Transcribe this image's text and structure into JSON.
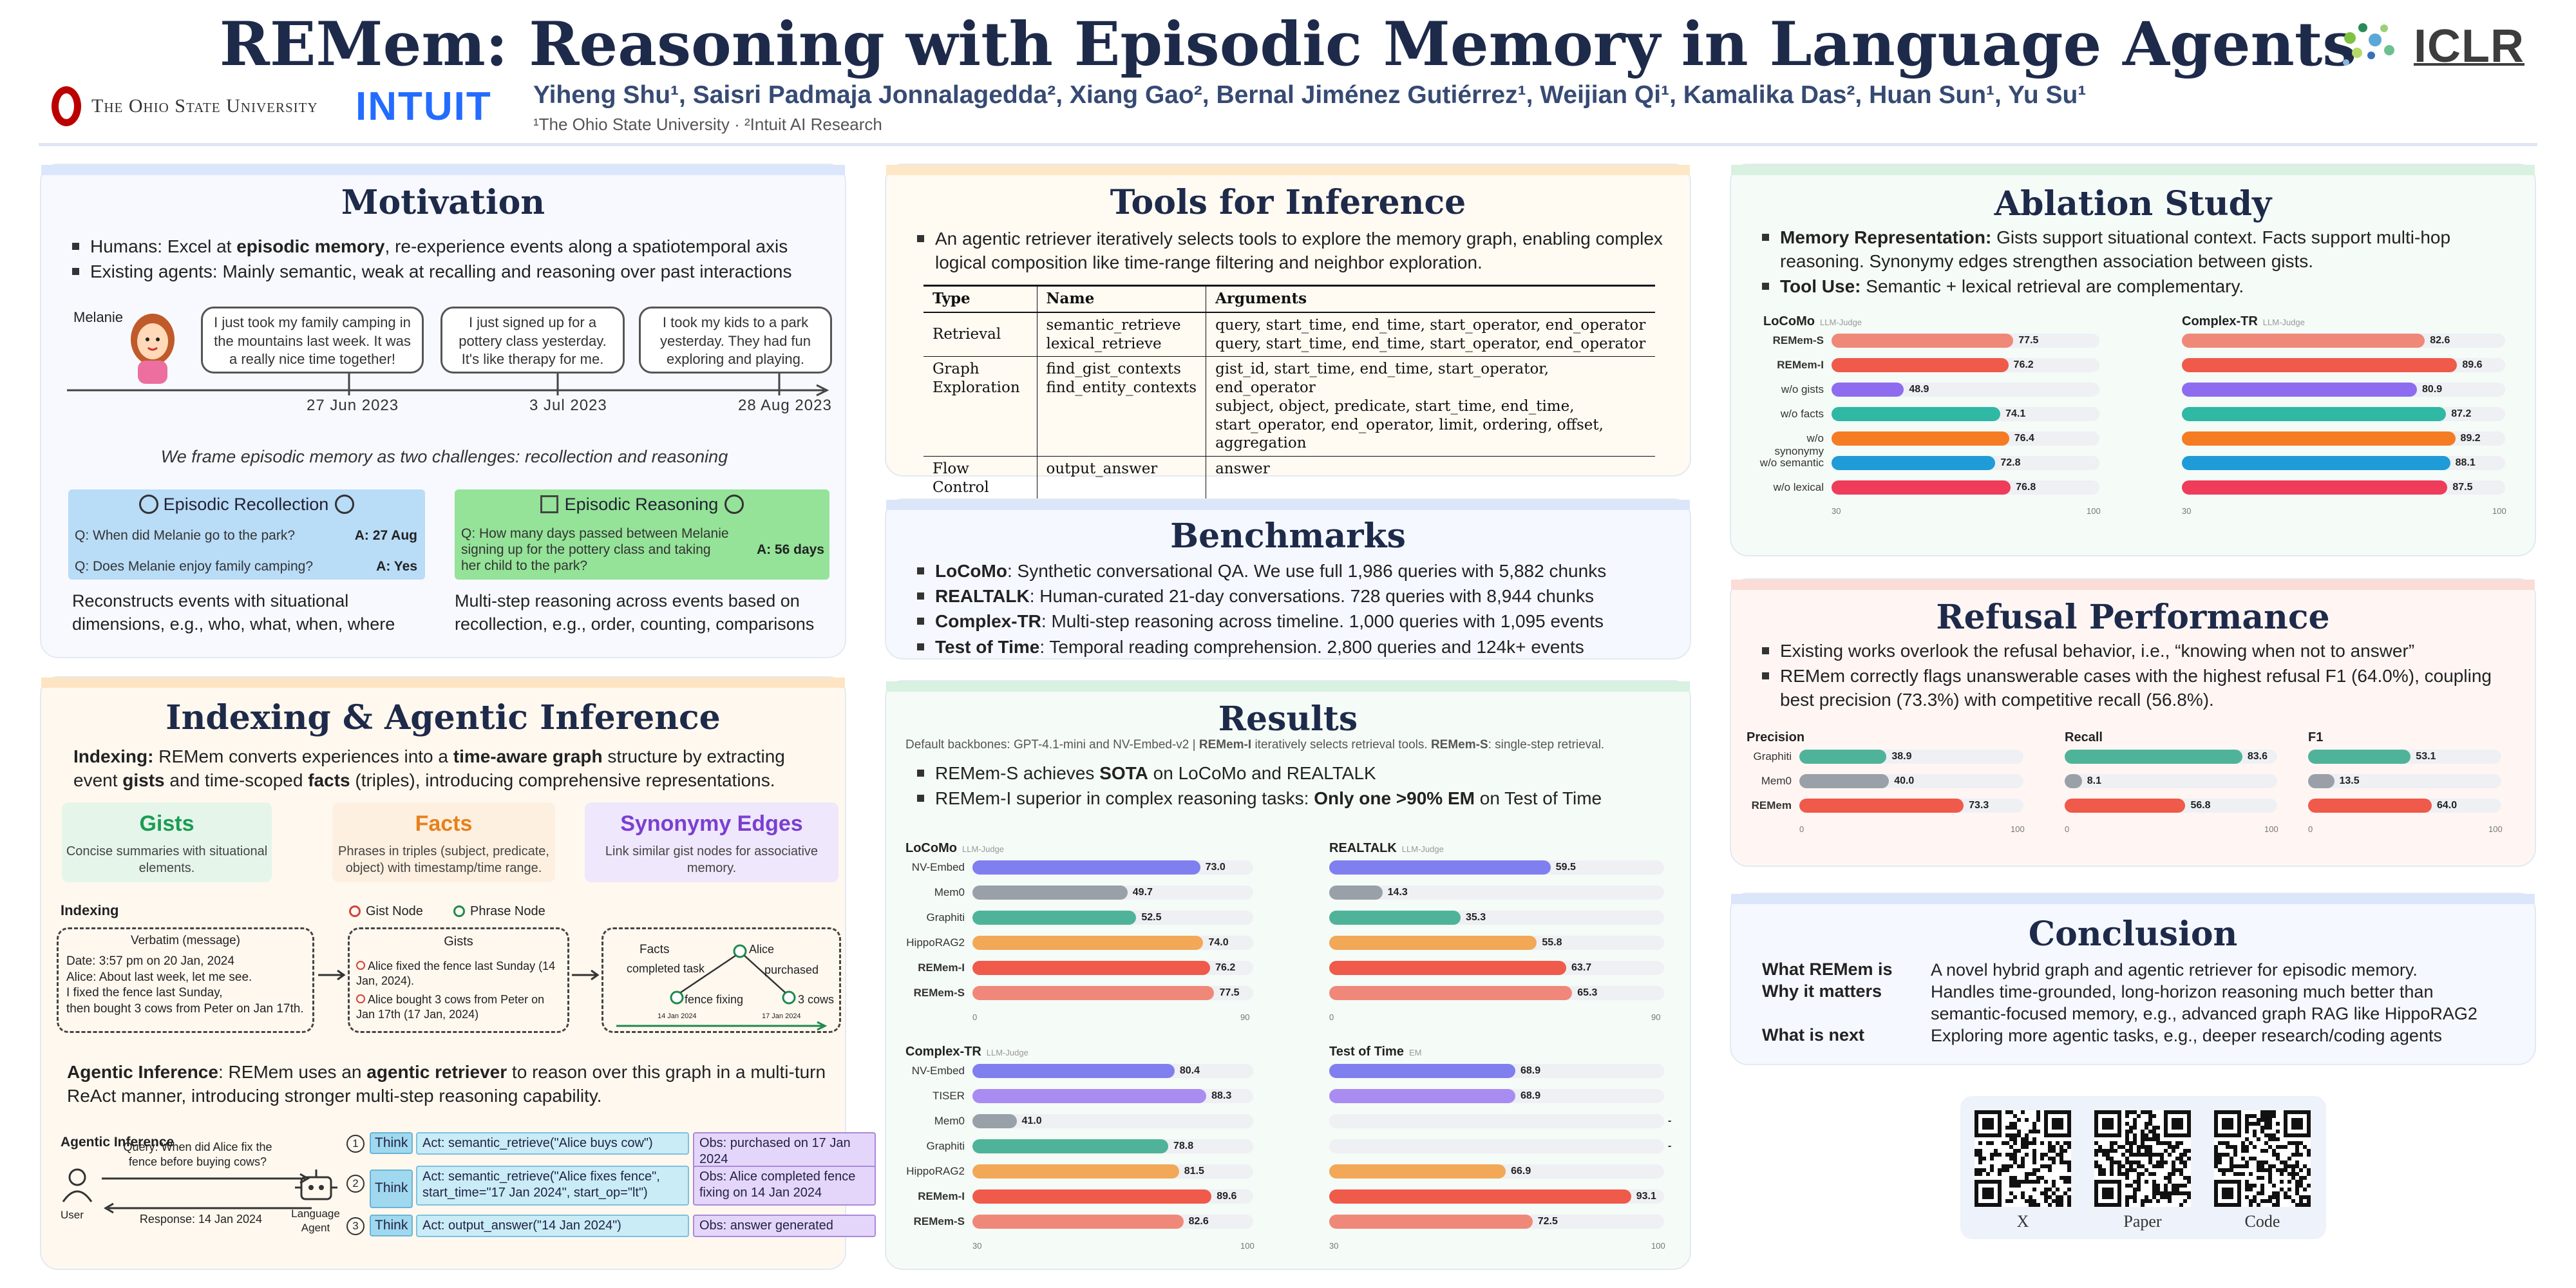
{
  "header": {
    "title": "REMem: Reasoning with Episodic Memory in Language Agents",
    "osu_name": "The Ohio State University",
    "intuit_name": "INTUIT",
    "authors": "Yiheng Shu¹, Saisri Padmaja Jonnalagedda², Xiang Gao², Bernal Jiménez Gutiérrez¹, Weijian Qi¹, Kamalika Das², Huan Sun¹, Yu Su¹",
    "affiliations": "¹The Ohio State University   ·   ²Intuit AI Research",
    "iclr": "ICLR"
  },
  "motivation": {
    "title": "Motivation",
    "bullets": [
      {
        "pre": "Humans: Excel at ",
        "bold": "episodic memory",
        "post": ", re-experience events along a spatiotemporal axis"
      },
      {
        "pre": "Existing agents: Mainly semantic, weak at recalling and reasoning over past interactions",
        "bold": "",
        "post": ""
      }
    ],
    "character": "Melanie",
    "bubbles": [
      "I just took my family camping in the mountains last week. It was a really nice time together!",
      "I just signed up for a pottery class yesterday. It's like therapy for me.",
      "I took my kids to a park yesterday. They had fun exploring and playing."
    ],
    "dates": [
      "27 Jun 2023",
      "3 Jul 2023",
      "28 Aug 2023"
    ],
    "frame": "We frame episodic memory as two challenges: recollection and reasoning",
    "recollection": {
      "title": "Episodic Recollection",
      "q1": "Q: When did Melanie go to the park?",
      "a1": "A: 27 Aug",
      "q2": "Q: Does Melanie enjoy family camping?",
      "a2": "A: Yes",
      "desc": "Reconstructs events with situational dimensions, e.g., who, what, when, where"
    },
    "reasoning": {
      "title": "Episodic Reasoning",
      "q1": "Q: How many days passed between Melanie signing up for the pottery class and taking her child to the park?",
      "a1": "A: 56 days",
      "desc": "Multi-step reasoning across events based on recollection, e.g., order, counting, comparisons"
    }
  },
  "indexing": {
    "title": "Indexing & Agentic Inference",
    "intro_lead": "Indexing:",
    "intro_1": " REMem converts experiences into a ",
    "intro_b1": "time-aware graph",
    "intro_2": " structure by extracting event ",
    "intro_b2": "gists",
    "intro_3": " and time-scoped ",
    "intro_b3": "facts",
    "intro_4": " (triples), introducing comprehensive representations.",
    "chips": [
      {
        "name": "Gists",
        "desc": "Concise summaries with situational elements.",
        "color": "#1a9c52",
        "bg": "#e5f5ea"
      },
      {
        "name": "Facts",
        "desc": "Phrases in triples (subject, predicate, object) with timestamp/time range.",
        "color": "#e8801c",
        "bg": "#fdf0e0"
      },
      {
        "name": "Synonymy Edges",
        "desc": "Link similar gist nodes for associative memory.",
        "color": "#7a3fd1",
        "bg": "#efe7fb"
      }
    ],
    "diag_title": "Indexing",
    "legend_gist": "Gist Node",
    "legend_phrase": "Phrase Node",
    "verbatim_title": "Verbatim (message)",
    "verbatim_text": "Date: 3:57 pm on 20 Jan, 2024\nAlice: About last week, let me see.\nI fixed the fence last Sunday,\nthen bought 3 cows from Peter on Jan 17th.",
    "gists_title": "Gists",
    "gist_1": "Alice fixed the fence last Sunday (14 Jan, 2024).",
    "gist_2": "Alice bought 3 cows from Peter on Jan 17th (17 Jan, 2024)",
    "facts_title": "Facts",
    "fact_alice": "Alice",
    "fact_completed": "completed task",
    "fact_purchased": "purchased",
    "fact_fence": "fence fixing",
    "fact_cows": "3 cows",
    "fact_d1": "14 Jan 2024",
    "fact_d2": "17 Jan 2024",
    "agentic_lead": "Agentic Inference",
    "agentic_1": ": REMem uses an ",
    "agentic_b": "agentic retriever",
    "agentic_2": " to reason over this graph in a multi-turn ReAct manner, introducing stronger multi-step reasoning capability.",
    "ai_title": "Agentic Inference",
    "query": "Query: When did Alice fix the fence before buying cows?",
    "response": "Response: 14 Jan 2024",
    "user": "User",
    "agent": "Language Agent",
    "steps": [
      {
        "n": "1",
        "think": "Think",
        "act": "Act: semantic_retrieve(\"Alice buys cow\")",
        "obs": "Obs: purchased on 17 Jan 2024"
      },
      {
        "n": "2",
        "think": "Think",
        "act": "Act: semantic_retrieve(\"Alice fixes fence\", start_time=\"17 Jan 2024\", start_op=\"lt\")",
        "obs": "Obs: Alice completed fence fixing on 14 Jan 2024"
      },
      {
        "n": "3",
        "think": "Think",
        "act": "Act: output_answer(\"14 Jan 2024\")",
        "obs": "Obs: answer generated"
      }
    ]
  },
  "tools": {
    "title": "Tools for Inference",
    "bullet": "An agentic retriever iteratively selects tools to explore the memory graph, enabling complex logical composition like time-range filtering and neighbor exploration.",
    "headers": [
      "Type",
      "Name",
      "Arguments"
    ],
    "rows": [
      {
        "type": "Retrieval",
        "names": "semantic_retrieve\nlexical_retrieve",
        "args": "query, start_time, end_time, start_operator, end_operator\nquery, start_time, end_time, start_operator, end_operator"
      },
      {
        "type": "Graph Exploration",
        "names": "find_gist_contexts\nfind_entity_contexts",
        "args": "gist_id, start_time, end_time, start_operator, end_operator\nsubject, object, predicate, start_time, end_time, start_operator, end_operator, limit, ordering, offset, aggregation"
      },
      {
        "type": "Flow Control",
        "names": "output_answer",
        "args": "answer"
      }
    ]
  },
  "benchmarks": {
    "title": "Benchmarks",
    "items": [
      {
        "name": "LoCoMo",
        "desc": ": Synthetic conversational QA. We use full 1,986 queries with 5,882 chunks"
      },
      {
        "name": "REALTALK",
        "desc": ": Human-curated 21-day conversations. 728 queries with 8,944 chunks"
      },
      {
        "name": "Complex-TR",
        "desc": ": Multi-step reasoning across timeline. 1,000 queries with 1,095 events"
      },
      {
        "name": "Test of Time",
        "desc": ": Temporal reading comprehension. 2,800 queries and 124k+ events"
      }
    ]
  },
  "results": {
    "title": "Results",
    "note_1": "Default backbones: GPT-4.1-mini and NV-Embed-v2 | ",
    "note_b1": "REMem-I",
    "note_2": " iteratively selects retrieval tools. ",
    "note_b2": "REMem-S",
    "note_3": ": single-step retrieval.",
    "b1_pre": "REMem-S achieves ",
    "b1_bold": "SOTA",
    "b1_post": " on LoCoMo and REALTALK",
    "b2_pre": "REMem-I superior in complex reasoning tasks: ",
    "b2_bold": "Only one >90% EM",
    "b2_post": " on Test of Time",
    "judge": "LLM-Judge",
    "em": "EM"
  },
  "ablation": {
    "title": "Ablation Study",
    "b1_lead": "Memory Representation:",
    "b1": " Gists support situational context. Facts support multi-hop reasoning. Synonymy edges strengthen association between gists.",
    "b2_lead": "Tool Use:",
    "b2": " Semantic + lexical retrieval are complementary."
  },
  "refusal": {
    "title": "Refusal Performance",
    "b1": "Existing works overlook the refusal behavior, i.e., “knowing when not to answer”",
    "b2": "REMem correctly flags unanswerable cases with the highest refusal F1 (64.0%), coupling best precision (73.3%) with competitive recall (56.8%)."
  },
  "conclusion": {
    "title": "Conclusion",
    "rows": [
      {
        "k": "What REMem is",
        "v": "A novel hybrid graph and agentic retriever for episodic memory."
      },
      {
        "k": "Why it matters",
        "v": "Handles time-grounded, long-horizon reasoning much better than semantic-focused memory, e.g., advanced graph RAG like HippoRAG2"
      },
      {
        "k": "What is next",
        "v": "Exploring more agentic tasks, e.g., deeper research/coding agents"
      }
    ],
    "qr_labels": [
      "X",
      "Paper",
      "Code"
    ]
  },
  "chart_data": [
    {
      "type": "bar",
      "title": "LoCoMo",
      "subtitle": "LLM-Judge",
      "categories": [
        "NV-Embed",
        "Mem0",
        "Graphiti",
        "HippoRAG2",
        "REMem-I",
        "REMem-S"
      ],
      "values": [
        73.0,
        49.7,
        52.5,
        74.0,
        76.2,
        77.5
      ],
      "xlim": [
        0,
        90
      ]
    },
    {
      "type": "bar",
      "title": "REALTALK",
      "subtitle": "LLM-Judge",
      "categories": [
        "NV-Embed",
        "Mem0",
        "Graphiti",
        "HippoRAG2",
        "REMem-I",
        "REMem-S"
      ],
      "values": [
        59.5,
        14.3,
        35.3,
        55.8,
        63.7,
        65.3
      ],
      "xlim": [
        0,
        90
      ]
    },
    {
      "type": "bar",
      "title": "Complex-TR",
      "subtitle": "LLM-Judge",
      "categories": [
        "NV-Embed",
        "TISER",
        "Mem0",
        "Graphiti",
        "HippoRAG2",
        "REMem-I",
        "REMem-S"
      ],
      "values": [
        80.4,
        88.3,
        41.0,
        78.8,
        81.5,
        89.6,
        82.6
      ],
      "xlim": [
        30,
        100
      ]
    },
    {
      "type": "bar",
      "title": "Test of Time",
      "subtitle": "EM",
      "categories": [
        "NV-Embed",
        "TISER",
        "Mem0",
        "Graphiti",
        "HippoRAG2",
        "REMem-I",
        "REMem-S"
      ],
      "values": [
        68.9,
        68.9,
        null,
        null,
        66.9,
        93.1,
        72.5
      ],
      "xlim": [
        30,
        100
      ]
    },
    {
      "type": "bar",
      "title": "LoCoMo",
      "subtitle": "LLM-Judge",
      "categories": [
        "REMem-S",
        "REMem-I",
        "w/o gists",
        "w/o facts",
        "w/o synonymy",
        "w/o semantic",
        "w/o lexical"
      ],
      "values": [
        77.5,
        76.2,
        48.9,
        74.1,
        76.4,
        72.8,
        76.8
      ],
      "xlim": [
        30,
        100
      ]
    },
    {
      "type": "bar",
      "title": "Complex-TR",
      "subtitle": "LLM-Judge",
      "categories": [
        "REMem-S",
        "REMem-I",
        "w/o gists",
        "w/o facts",
        "w/o synonymy",
        "w/o semantic",
        "w/o lexical"
      ],
      "values": [
        82.6,
        89.6,
        80.9,
        87.2,
        89.2,
        88.1,
        87.5
      ],
      "xlim": [
        30,
        100
      ]
    },
    {
      "type": "bar",
      "title": "Precision",
      "categories": [
        "Graphiti",
        "Mem0",
        "REMem"
      ],
      "values": [
        38.9,
        40.0,
        73.3
      ],
      "xlim": [
        0,
        100
      ]
    },
    {
      "type": "bar",
      "title": "Recall",
      "categories": [
        "Graphiti",
        "Mem0",
        "REMem"
      ],
      "values": [
        83.6,
        8.1,
        56.8
      ],
      "xlim": [
        0,
        100
      ]
    },
    {
      "type": "bar",
      "title": "F1",
      "categories": [
        "Graphiti",
        "Mem0",
        "REMem"
      ],
      "values": [
        53.1,
        13.5,
        64.0
      ],
      "xlim": [
        0,
        100
      ]
    }
  ],
  "colors": {
    "nv": "#7f7ff0",
    "tiser": "#a98cf2",
    "mem0": "#9aa0a8",
    "graphiti": "#4fb39a",
    "hippo": "#f2a857",
    "remem_i": "#ef5a4a",
    "remem_s": "#f0887a",
    "wo_gists": "#8e6cf0",
    "wo_facts": "#2fb8a4",
    "wo_syn": "#f57c22",
    "wo_sem": "#1f9bd8",
    "wo_lex": "#ef3c5a"
  }
}
